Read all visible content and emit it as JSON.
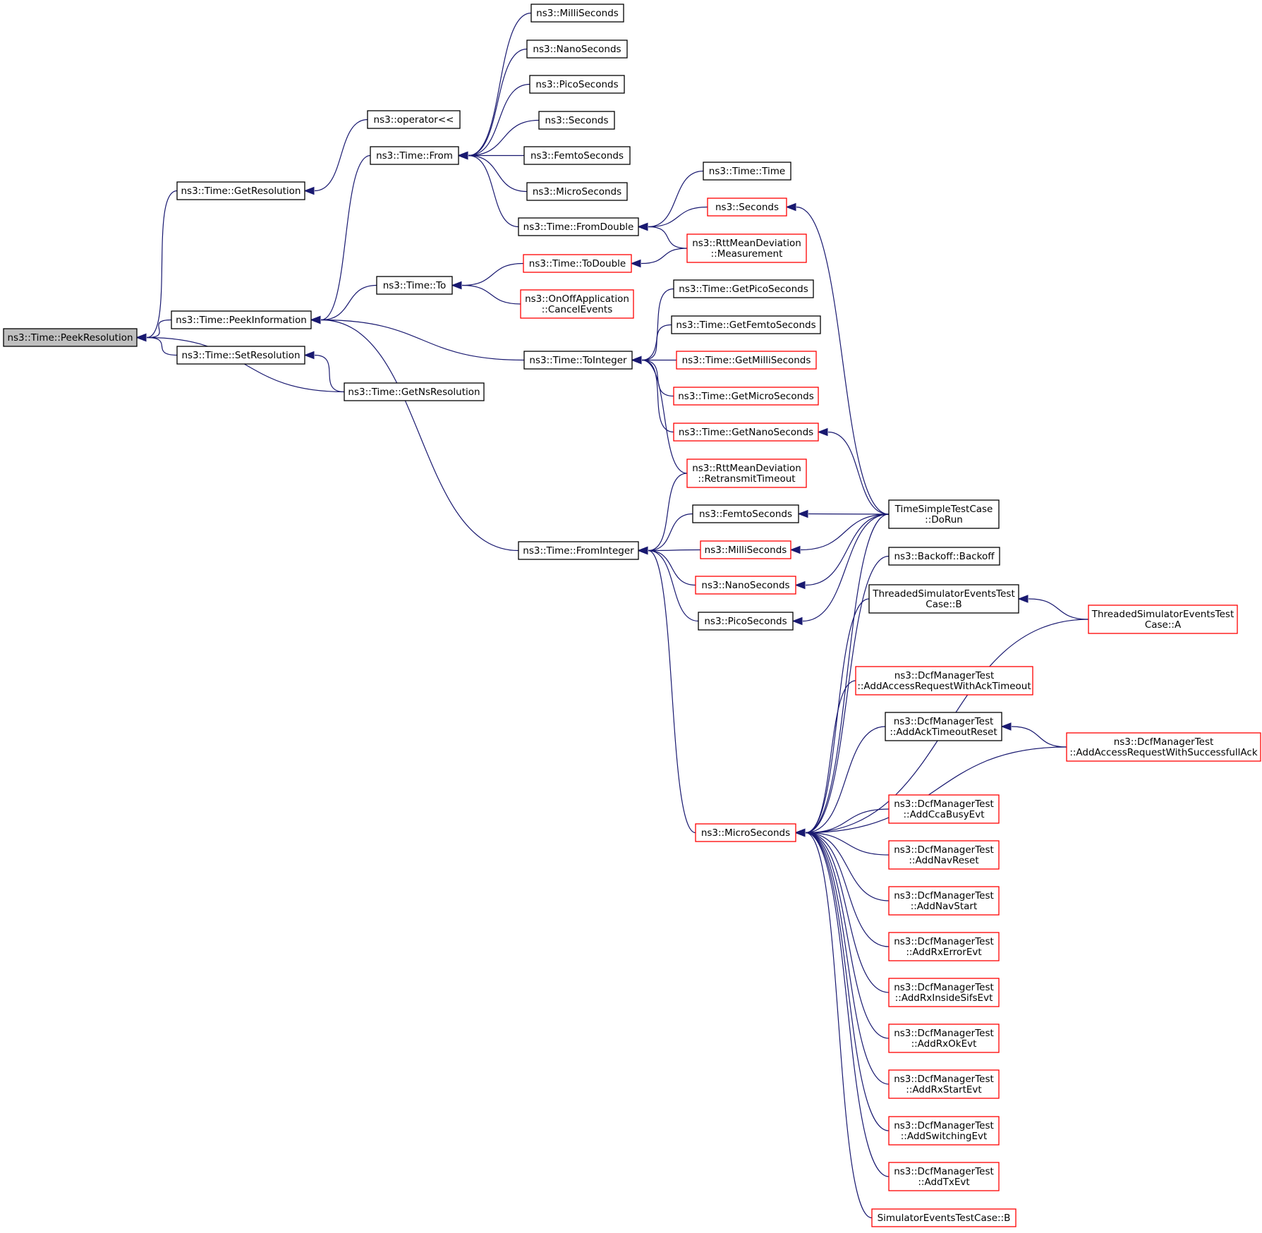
{
  "graph": {
    "nodes": [
      {
        "id": "peek_res",
        "lines": [
          "ns3::Time::PeekResolution"
        ],
        "color": "current"
      },
      {
        "id": "get_res",
        "lines": [
          "ns3::Time::GetResolution"
        ],
        "color": "black"
      },
      {
        "id": "op_ll",
        "lines": [
          "ns3::operator<<"
        ],
        "color": "black"
      },
      {
        "id": "peek_info",
        "lines": [
          "ns3::Time::PeekInformation"
        ],
        "color": "black"
      },
      {
        "id": "set_res",
        "lines": [
          "ns3::Time::SetResolution"
        ],
        "color": "black"
      },
      {
        "id": "get_ns_res",
        "lines": [
          "ns3::Time::GetNsResolution"
        ],
        "color": "black"
      },
      {
        "id": "time_from",
        "lines": [
          "ns3::Time::From"
        ],
        "color": "black"
      },
      {
        "id": "time_to",
        "lines": [
          "ns3::Time::To"
        ],
        "color": "black"
      },
      {
        "id": "from_double",
        "lines": [
          "ns3::Time::FromDouble"
        ],
        "color": "black"
      },
      {
        "id": "to_integer",
        "lines": [
          "ns3::Time::ToInteger"
        ],
        "color": "black"
      },
      {
        "id": "from_integer",
        "lines": [
          "ns3::Time::FromInteger"
        ],
        "color": "black"
      },
      {
        "id": "milli_a",
        "lines": [
          "ns3::MilliSeconds"
        ],
        "color": "black"
      },
      {
        "id": "nano_a",
        "lines": [
          "ns3::NanoSeconds"
        ],
        "color": "black"
      },
      {
        "id": "pico_a",
        "lines": [
          "ns3::PicoSeconds"
        ],
        "color": "black"
      },
      {
        "id": "seconds_a",
        "lines": [
          "ns3::Seconds"
        ],
        "color": "black"
      },
      {
        "id": "femto_a",
        "lines": [
          "ns3::FemtoSeconds"
        ],
        "color": "black"
      },
      {
        "id": "micro_a",
        "lines": [
          "ns3::MicroSeconds"
        ],
        "color": "black"
      },
      {
        "id": "to_double",
        "lines": [
          "ns3::Time::ToDouble"
        ],
        "color": "red"
      },
      {
        "id": "cancel_events",
        "lines": [
          "ns3::OnOffApplication",
          "::CancelEvents"
        ],
        "color": "red"
      },
      {
        "id": "time_time",
        "lines": [
          "ns3::Time::Time"
        ],
        "color": "black"
      },
      {
        "id": "seconds_b",
        "lines": [
          "ns3::Seconds"
        ],
        "color": "red"
      },
      {
        "id": "measurement",
        "lines": [
          "ns3::RttMeanDeviation",
          "::Measurement"
        ],
        "color": "red"
      },
      {
        "id": "get_pico",
        "lines": [
          "ns3::Time::GetPicoSeconds"
        ],
        "color": "black"
      },
      {
        "id": "get_femto",
        "lines": [
          "ns3::Time::GetFemtoSeconds"
        ],
        "color": "black"
      },
      {
        "id": "get_milli",
        "lines": [
          "ns3::Time::GetMilliSeconds"
        ],
        "color": "red"
      },
      {
        "id": "get_micro",
        "lines": [
          "ns3::Time::GetMicroSeconds"
        ],
        "color": "red"
      },
      {
        "id": "get_nano",
        "lines": [
          "ns3::Time::GetNanoSeconds"
        ],
        "color": "red"
      },
      {
        "id": "retransmit",
        "lines": [
          "ns3::RttMeanDeviation",
          "::RetransmitTimeout"
        ],
        "color": "red"
      },
      {
        "id": "femto_b",
        "lines": [
          "ns3::FemtoSeconds"
        ],
        "color": "black"
      },
      {
        "id": "milli_b",
        "lines": [
          "ns3::MilliSeconds"
        ],
        "color": "red"
      },
      {
        "id": "nano_b",
        "lines": [
          "ns3::NanoSeconds"
        ],
        "color": "red"
      },
      {
        "id": "pico_b",
        "lines": [
          "ns3::PicoSeconds"
        ],
        "color": "black"
      },
      {
        "id": "micro_b",
        "lines": [
          "ns3::MicroSeconds"
        ],
        "color": "red"
      },
      {
        "id": "tstc_dorun",
        "lines": [
          "TimeSimpleTestCase",
          "::DoRun"
        ],
        "color": "black"
      },
      {
        "id": "backoff",
        "lines": [
          "ns3::Backoff::Backoff"
        ],
        "color": "black"
      },
      {
        "id": "tsetc_b",
        "lines": [
          "ThreadedSimulatorEventsTest",
          "Case::B"
        ],
        "color": "black"
      },
      {
        "id": "tsetc_a",
        "lines": [
          "ThreadedSimulatorEventsTest",
          "Case::A"
        ],
        "color": "red"
      },
      {
        "id": "dcf_ack_timeout",
        "lines": [
          "ns3::DcfManagerTest",
          "::AddAccessRequestWithAckTimeout"
        ],
        "color": "red"
      },
      {
        "id": "dcf_ack_reset",
        "lines": [
          "ns3::DcfManagerTest",
          "::AddAckTimeoutReset"
        ],
        "color": "black"
      },
      {
        "id": "dcf_succ_ack",
        "lines": [
          "ns3::DcfManagerTest",
          "::AddAccessRequestWithSuccessfullAck"
        ],
        "color": "red"
      },
      {
        "id": "dcf_cca",
        "lines": [
          "ns3::DcfManagerTest",
          "::AddCcaBusyEvt"
        ],
        "color": "red"
      },
      {
        "id": "dcf_nav_reset",
        "lines": [
          "ns3::DcfManagerTest",
          "::AddNavReset"
        ],
        "color": "red"
      },
      {
        "id": "dcf_nav_start",
        "lines": [
          "ns3::DcfManagerTest",
          "::AddNavStart"
        ],
        "color": "red"
      },
      {
        "id": "dcf_rx_error",
        "lines": [
          "ns3::DcfManagerTest",
          "::AddRxErrorEvt"
        ],
        "color": "red"
      },
      {
        "id": "dcf_rx_inside",
        "lines": [
          "ns3::DcfManagerTest",
          "::AddRxInsideSifsEvt"
        ],
        "color": "red"
      },
      {
        "id": "dcf_rx_ok",
        "lines": [
          "ns3::DcfManagerTest",
          "::AddRxOkEvt"
        ],
        "color": "red"
      },
      {
        "id": "dcf_rx_start",
        "lines": [
          "ns3::DcfManagerTest",
          "::AddRxStartEvt"
        ],
        "color": "red"
      },
      {
        "id": "dcf_switching",
        "lines": [
          "ns3::DcfManagerTest",
          "::AddSwitchingEvt"
        ],
        "color": "red"
      },
      {
        "id": "dcf_tx",
        "lines": [
          "ns3::DcfManagerTest",
          "::AddTxEvt"
        ],
        "color": "red"
      },
      {
        "id": "setc_b",
        "lines": [
          "SimulatorEventsTestCase::B"
        ],
        "color": "red"
      }
    ],
    "edges": [
      [
        "peek_res",
        "get_res"
      ],
      [
        "peek_res",
        "peek_info"
      ],
      [
        "peek_res",
        "set_res"
      ],
      [
        "peek_res",
        "get_ns_res"
      ],
      [
        "get_res",
        "op_ll"
      ],
      [
        "peek_info",
        "time_from"
      ],
      [
        "peek_info",
        "time_to"
      ],
      [
        "peek_info",
        "to_integer"
      ],
      [
        "peek_info",
        "from_integer"
      ],
      [
        "set_res",
        "get_ns_res"
      ],
      [
        "time_from",
        "milli_a"
      ],
      [
        "time_from",
        "nano_a"
      ],
      [
        "time_from",
        "pico_a"
      ],
      [
        "time_from",
        "seconds_a"
      ],
      [
        "time_from",
        "femto_a"
      ],
      [
        "time_from",
        "micro_a"
      ],
      [
        "time_from",
        "from_double"
      ],
      [
        "time_to",
        "to_double"
      ],
      [
        "time_to",
        "cancel_events"
      ],
      [
        "from_double",
        "time_time"
      ],
      [
        "from_double",
        "seconds_b"
      ],
      [
        "from_double",
        "measurement"
      ],
      [
        "to_double",
        "measurement"
      ],
      [
        "seconds_b",
        "tstc_dorun"
      ],
      [
        "to_integer",
        "get_pico"
      ],
      [
        "to_integer",
        "get_femto"
      ],
      [
        "to_integer",
        "get_milli"
      ],
      [
        "to_integer",
        "get_micro"
      ],
      [
        "to_integer",
        "get_nano"
      ],
      [
        "to_integer",
        "retransmit"
      ],
      [
        "get_nano",
        "tstc_dorun"
      ],
      [
        "from_integer",
        "retransmit"
      ],
      [
        "from_integer",
        "femto_b"
      ],
      [
        "from_integer",
        "milli_b"
      ],
      [
        "from_integer",
        "nano_b"
      ],
      [
        "from_integer",
        "pico_b"
      ],
      [
        "from_integer",
        "micro_b"
      ],
      [
        "femto_b",
        "tstc_dorun"
      ],
      [
        "milli_b",
        "tstc_dorun"
      ],
      [
        "nano_b",
        "tstc_dorun"
      ],
      [
        "pico_b",
        "tstc_dorun"
      ],
      [
        "micro_b",
        "tstc_dorun"
      ],
      [
        "micro_b",
        "backoff"
      ],
      [
        "micro_b",
        "tsetc_b"
      ],
      [
        "micro_b",
        "tsetc_a"
      ],
      [
        "micro_b",
        "dcf_ack_timeout"
      ],
      [
        "micro_b",
        "dcf_ack_reset"
      ],
      [
        "micro_b",
        "dcf_succ_ack"
      ],
      [
        "micro_b",
        "dcf_cca"
      ],
      [
        "micro_b",
        "dcf_nav_reset"
      ],
      [
        "micro_b",
        "dcf_nav_start"
      ],
      [
        "micro_b",
        "dcf_rx_error"
      ],
      [
        "micro_b",
        "dcf_rx_inside"
      ],
      [
        "micro_b",
        "dcf_rx_ok"
      ],
      [
        "micro_b",
        "dcf_rx_start"
      ],
      [
        "micro_b",
        "dcf_switching"
      ],
      [
        "micro_b",
        "dcf_tx"
      ],
      [
        "micro_b",
        "setc_b"
      ],
      [
        "tsetc_b",
        "tsetc_a"
      ],
      [
        "dcf_ack_reset",
        "dcf_succ_ack"
      ]
    ],
    "colors": {
      "edge": "#191970",
      "node_border": "#000000",
      "node_border_red": "#ff0000",
      "current_fill": "#bfbfbf"
    }
  }
}
